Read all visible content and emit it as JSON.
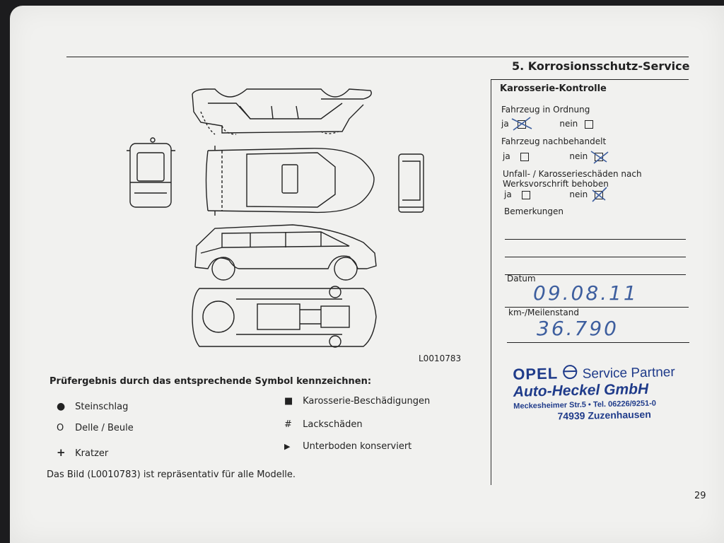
{
  "header": {
    "title": "5. Korrosionsschutz-Service"
  },
  "figure": {
    "code": "L0010783"
  },
  "legend": {
    "title": "Prüfergebnis durch das entsprechende Symbol kennzeichnen:",
    "items": [
      {
        "symbol": "●",
        "label": "Steinschlag"
      },
      {
        "symbol": "O",
        "label": "Delle / Beule"
      },
      {
        "symbol": "+",
        "label": "Kratzer"
      },
      {
        "symbol": "■",
        "label": "Karosserie-Beschädigungen"
      },
      {
        "symbol": "#",
        "label": "Lackschäden"
      },
      {
        "symbol": "▶",
        "label": "Unterboden konserviert"
      }
    ],
    "note": "Das Bild (L0010783) ist repräsentativ für alle Modelle."
  },
  "form": {
    "title": "Karosserie-Kontrolle",
    "q1": {
      "label": "Fahrzeug in Ordnung",
      "ja": "ja",
      "nein": "nein",
      "checked": "ja"
    },
    "q2": {
      "label": "Fahrzeug nachbehandelt",
      "ja": "ja",
      "nein": "nein",
      "checked": "nein"
    },
    "q3": {
      "label1": "Unfall- / Karosserieschäden nach",
      "label2": "Werksvorschrift behoben",
      "ja": "ja",
      "nein": "nein",
      "checked": "nein"
    },
    "bemerkungen": {
      "label": "Bemerkungen"
    },
    "datum": {
      "label": "Datum",
      "value": "09.08.11"
    },
    "km": {
      "label": "km-/Meilenstand",
      "value": "36.790"
    }
  },
  "stamp": {
    "line1_brand": "OPEL",
    "line1_rest": "Service Partner",
    "line2": "Auto-Heckel GmbH",
    "line3": "Meckesheimer Str.5 • Tel. 06226/9251-0",
    "line4": "74939 Zuzenhausen"
  },
  "footer": {
    "page_number": "29"
  },
  "colors": {
    "ink": "#222222",
    "handwriting": "#3d5e9e",
    "stamp": "#1f3b8a",
    "paper": "#f1f1ef"
  }
}
